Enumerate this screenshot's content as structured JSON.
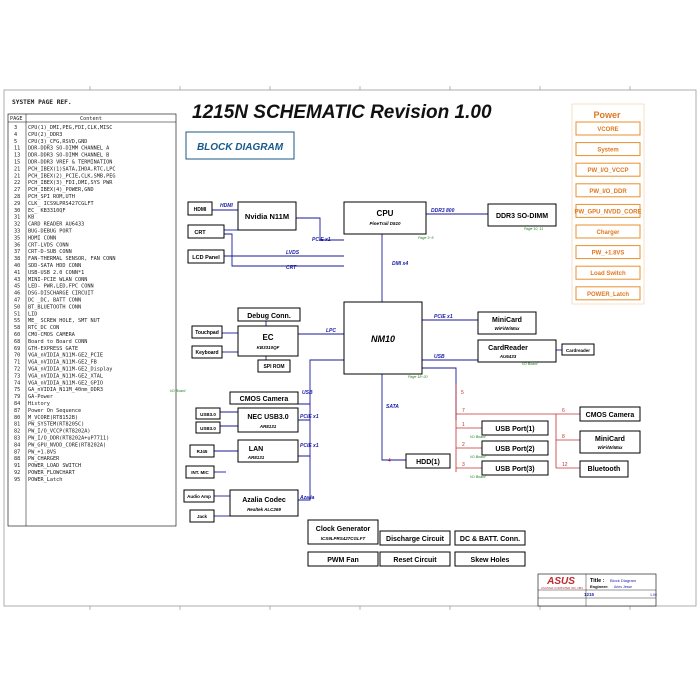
{
  "title": "1215N  SCHEMATIC Revision 1.00",
  "block_diagram_label": "BLOCK DIAGRAM",
  "page_ref": {
    "header": "SYSTEM PAGE REF.",
    "col_page": "PAGE",
    "col_content": "Content",
    "rows": [
      [
        "3",
        "CPU(1)_DMI,PEG,FDI,CLK,MISC"
      ],
      [
        "4",
        "CPU(2)_DDR3"
      ],
      [
        "5",
        "CPU(3)_CFG,RSVD,GND"
      ],
      [
        "11",
        "DDR-DDR3 SO-DIMM CHANNEL A"
      ],
      [
        "13",
        "DDR-DDR3 SO-DIMM CHANNEL B"
      ],
      [
        "15",
        "DDR-DDR3 VREF & TERMINATION"
      ],
      [
        "21",
        "PCH_IBEX(1)SATA,IHDA,RTC,LPC"
      ],
      [
        "21",
        "PCH_IBEX(2)_PCIE,CLK,SMB,PEG"
      ],
      [
        "22",
        "PCH_IBEX(3)_FDI,DMI,SYS PWR"
      ],
      [
        "27",
        "PCH_IBEX(4)_POWER,GND"
      ],
      [
        "28",
        "PCH_SPI ROM,UTH"
      ],
      [
        "29",
        "CLK_ ICS9LPRS427CGLFT"
      ],
      [
        "30",
        "EC_ KB3310QF"
      ],
      [
        "31",
        "KB"
      ],
      [
        "32",
        "CARD READER AU6433"
      ],
      [
        "33",
        "BUG-DEBUG PORT"
      ],
      [
        "35",
        "HDMI CONN"
      ],
      [
        "36",
        "CRT-LVDS CONN"
      ],
      [
        "37",
        "CRT-D-SUB CONN"
      ],
      [
        "38",
        "FAN-THERMAL SENSOR, FAN CONN"
      ],
      [
        "40",
        "SDD-SATA HDD CONN"
      ],
      [
        "41",
        "USB-USB 2.0 CONN*1"
      ],
      [
        "43",
        "MINI-PCIE WLAN CONN"
      ],
      [
        "45",
        "LED- PWR,LED,FPC CONN"
      ],
      [
        "46",
        "DSG-DISCHARGE CIRCUIT"
      ],
      [
        "47",
        "DC _DC, BATT CONN"
      ],
      [
        "50",
        "BT_BLUETOOTH CONN"
      ],
      [
        "51",
        "LID"
      ],
      [
        "55",
        "ME_ SCREW HOLE, SMT NUT"
      ],
      [
        "58",
        "RTC_DC CON"
      ],
      [
        "60",
        "CMO-CMOS CAMERA"
      ],
      [
        "68",
        "Board to Board CONN"
      ],
      [
        "69",
        "GTH-EXPRESS GATE"
      ],
      [
        "70",
        "VGA_nVIDIA_N11M-GE2_PCIE"
      ],
      [
        "71",
        "VGA_nVIDIA_N11M-GE2_FB"
      ],
      [
        "72",
        "VGA_nVIDIA_N11M-GE2_Display"
      ],
      [
        "73",
        "VGA_nVIDIA_N11M-GE2_XTAL"
      ],
      [
        "74",
        "VGA_nVIDIA_N11M-GE2_GPIO"
      ],
      [
        "75",
        "GA_nVIDIA_N11M_40nm_DDR3"
      ],
      [
        "79",
        "GA-Power"
      ],
      [
        "84",
        "History"
      ],
      [
        "87",
        "Power On Sequence"
      ],
      [
        "80",
        "M_VCORE(RT8152B)"
      ],
      [
        "81",
        "PW_SYSTEM(RT8205C)"
      ],
      [
        "82",
        "PW_I/O_VCCP(RT8202A)"
      ],
      [
        "83",
        "PW_I/O_DDR(RT8202A+uP7711)"
      ],
      [
        "84",
        "PW_GPU_NVDD_CORE(RT8202A)"
      ],
      [
        "87",
        "PW_+1.8VS"
      ],
      [
        "88",
        "PW_CHARGER"
      ],
      [
        "91",
        "POWER_LOAD SWITCH"
      ],
      [
        "92",
        "POWER_FLOWCHART"
      ],
      [
        "95",
        "POWER_Latch"
      ]
    ]
  },
  "power": {
    "title": "Power",
    "items": [
      "VCORE",
      "System",
      "PW_I/O_VCCP",
      "PW_I/O_DDR",
      "PW_GPU_NVDD_CORE",
      "Charger",
      "PW_+1.8VS",
      "Load Switch",
      "POWER_Latch"
    ]
  },
  "blocks": {
    "cpu": "CPU",
    "cpu_sub": "PineTrail D510",
    "ddr3": "DDR3 SO-DIMM",
    "nvidia": "Nvidia N11M",
    "hdmi": "HDMI",
    "crt": "CRT",
    "lcd": "LCD Panel",
    "debug": "Debug Conn.",
    "ec": "EC",
    "ec_sub": "KB3310QF",
    "touchpad": "Touchpad",
    "keyboard": "Keyboard",
    "spi": "SPI ROM",
    "nm10": "NM10",
    "minicard": "MiniCard",
    "minicard_sub": "WiFi/WiMax",
    "cardreader": "CardReader",
    "cardreader_sub": "AU6433",
    "cardreader_conn": "Cardreader",
    "cmos_left": "CMOS Camera",
    "usb30_a": "USB3.0",
    "usb30_b": "USB3.0",
    "nec": "NEC USB3.0",
    "nec_sub": "AR8131",
    "rj45": "RJ45",
    "lan": "LAN",
    "lan_sub": "AR8131",
    "intmic": "INT. MIC",
    "audioamp": "Audio Amp",
    "jack": "Jack",
    "azalia": "Azalia Codec",
    "azalia_sub": "Realtek ALC269",
    "hdd": "HDD(1)",
    "usb1": "USB Port(1)",
    "usb2": "USB Port(2)",
    "usb3": "USB Port(3)",
    "cmos_right": "CMOS Camera",
    "minicard_r": "MiniCard",
    "minicard_r_sub": "WiFi/WiMax",
    "bluetooth": "Bluetooth",
    "clockgen": "Clock Generator",
    "clockgen_sub": "ICS9LPRS427CGLFT",
    "discharge": "Discharge Circuit",
    "dcbatt": "DC & BATT. Conn.",
    "pwmfan": "PWM Fan",
    "reset": "Reset Circuit",
    "skew": "Skew Holes"
  },
  "buses": {
    "hdmi": "HDMI",
    "pcie_x1_gpu": "PCIE x1",
    "lvds": "LVDS",
    "crt": "CRT",
    "dmi_x4": "DMI x4",
    "ddr3_800": "DDR3 800",
    "lpc": "LPC",
    "pcie_x1_mini": "PCIE x1",
    "usb_card": "USB",
    "sata": "SATA",
    "usb_cam": "USB",
    "pcie_x1_nec": "PCIE x1",
    "pcie_x1_lan": "PCIE x1",
    "azalia": "Azalia"
  },
  "page_tags": {
    "ddr3": "Page 10, 11",
    "io_board": "I/O Board",
    "cpu": "Page 3~5",
    "nm10": "Page 18~20"
  },
  "port_numbers": [
    "5",
    "6",
    "8",
    "7",
    "1",
    "2",
    "3",
    "12",
    "4"
  ],
  "title_block": {
    "brand": "ASUS",
    "title_label": "Title :",
    "title_value": "Block Diagram",
    "engineer_label": "Engineer:",
    "engineer_value": "Aries Jesse",
    "project": "1215",
    "company": "ASUSTeK COMPUTER INC. NB1",
    "rev": "1.00"
  },
  "colors": {
    "title": "#111111",
    "block_diagram": "#1a5a8a",
    "power_border": "#e8902e",
    "power_text": "#e07820",
    "bus_text": "#1a1aaa",
    "page_tag": "#208020",
    "brand": "#c0282e"
  }
}
